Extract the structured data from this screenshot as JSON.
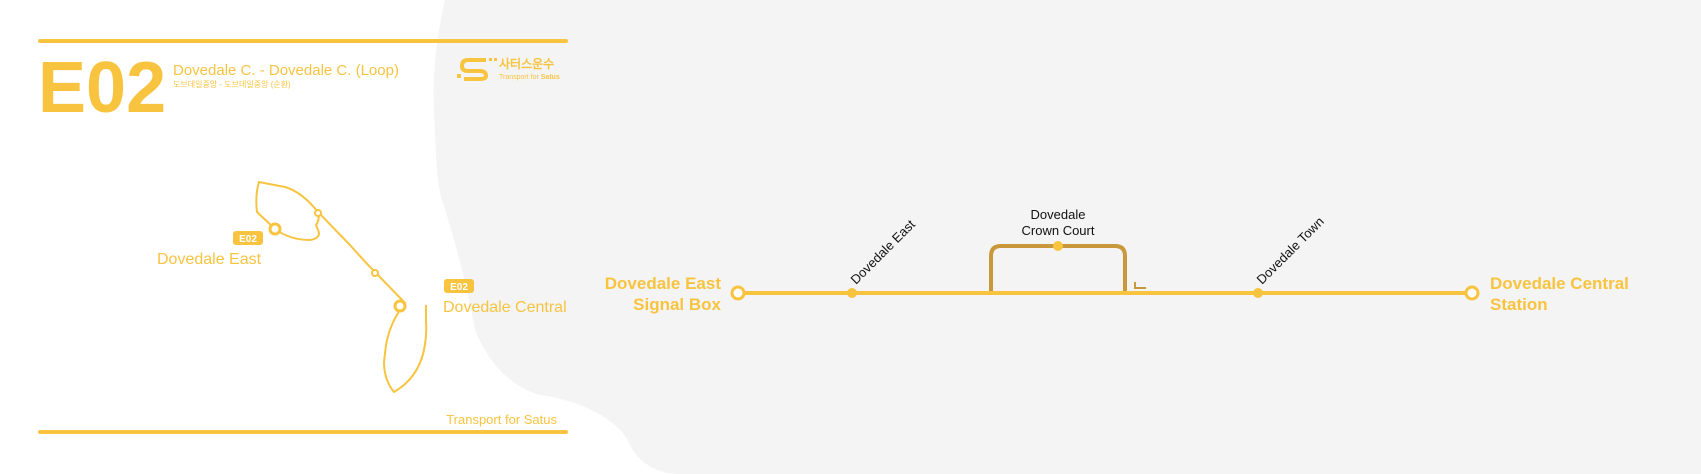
{
  "header": {
    "route_code": "E02",
    "route_name": "Dovedale C. - Dovedale C. (Loop)",
    "route_name_korean": "도브데일중앙 - 도브데일중앙 (순환)",
    "logo_korean": "사터스운수",
    "logo_english_prefix": "Transport for ",
    "logo_english_bold": "Satus",
    "footer": "Transport for Satus"
  },
  "map": {
    "badge_east": "E02",
    "label_east": "Dovedale East",
    "badge_central": "E02",
    "label_central": "Dovedale Central"
  },
  "line": {
    "start_terminal": [
      "Dovedale East",
      "Signal Box"
    ],
    "end_terminal": [
      "Dovedale Central",
      "Station"
    ],
    "stops": [
      {
        "name": "Dovedale East"
      },
      {
        "name": "Dovedale",
        "name2": "Crown Court"
      },
      {
        "name": "Dovedale Town"
      }
    ]
  },
  "colors": {
    "accent": "#f8c440",
    "branch": "#c9983a",
    "background": "#f4f4f4"
  }
}
